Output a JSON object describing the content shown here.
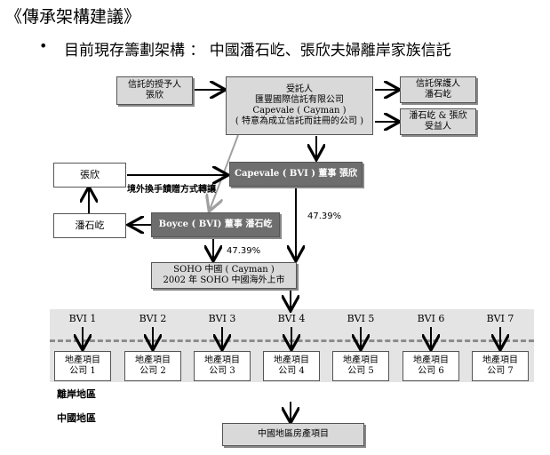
{
  "page": {
    "title": "《傳承架構建議》",
    "bullet": "•",
    "subtitle": "目前現存籌劃架構 ： 中國潘石屹、張欣夫婦離岸家族信託"
  },
  "boxes": {
    "settlor": [
      "信託的授予人",
      "張欣"
    ],
    "trustee": [
      "受託人",
      "匯豐國際信託有限公司",
      "Capevale ( Cayman )",
      "( 特意為成立信託而註冊的公司 )"
    ],
    "protector": [
      "信託保護人",
      "潘石屹"
    ],
    "beneficiary": [
      "潘石屹 & 張欣",
      "受益人"
    ],
    "zhangxin": "張欣",
    "panshiyi": "潘石屹",
    "capevale_bvi": "Capevale ( BVI ) 董事 張欣",
    "boyce_bvi": "Boyce ( BVI) 董事 潘石屹",
    "soho": [
      "SOHO 中國 ( Cayman )",
      "2002 年 SOHO 中國海外上市"
    ],
    "china_project": "中國地區房產項目"
  },
  "labels": {
    "transfer_note": "境外換手饋贈方式轉讓",
    "pct_capevale": "47.39%",
    "pct_boyce": "47.39%",
    "offshore_region": "離岸地區",
    "china_region": "中國地區"
  },
  "bvi_entities": [
    {
      "name": "BVI 1",
      "project": [
        "地產項目",
        "公司 1"
      ]
    },
    {
      "name": "BVI 2",
      "project": [
        "地產項目",
        "公司 2"
      ]
    },
    {
      "name": "BVI 3",
      "project": [
        "地產項目",
        "公司 3"
      ]
    },
    {
      "name": "BVI 4",
      "project": [
        "地產項目",
        "公司 4"
      ]
    },
    {
      "name": "BVI 5",
      "project": [
        "地產項目",
        "公司 5"
      ]
    },
    {
      "name": "BVI 6",
      "project": [
        "地產項目",
        "公司 6"
      ]
    },
    {
      "name": "BVI 7",
      "project": [
        "地產項目",
        "公司 7"
      ]
    }
  ],
  "colors": {
    "box_fill": "#d9d9d9",
    "dark_fill": "#6e6e6e",
    "band_fill": "#e4e4e4",
    "gray_arrow": "#a0a0a0"
  }
}
